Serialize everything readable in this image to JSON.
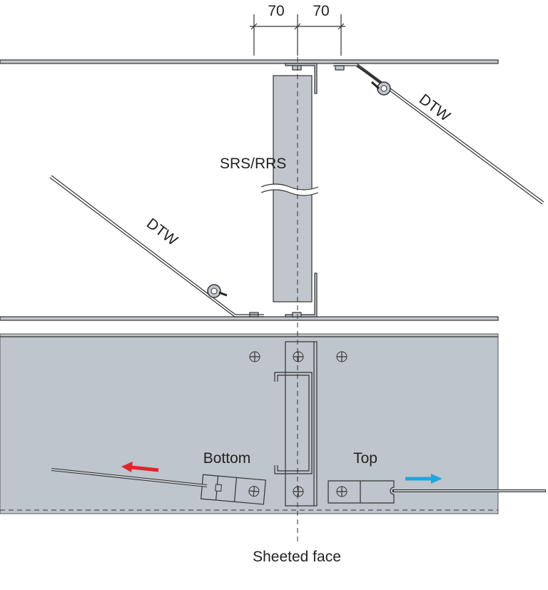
{
  "labels": {
    "dimension_left": "70",
    "dimension_right": "70",
    "sag_rod": "SRS/RRS",
    "dtw_top": "DTW",
    "dtw_bottom": "DTW",
    "bottom_bracket": "Bottom",
    "top_bracket": "Top",
    "sheeted_face": "Sheeted face"
  },
  "colors": {
    "panel": "#bec5cc",
    "arrow_bottom": "#e8232a",
    "arrow_top": "#1ea7e1"
  }
}
